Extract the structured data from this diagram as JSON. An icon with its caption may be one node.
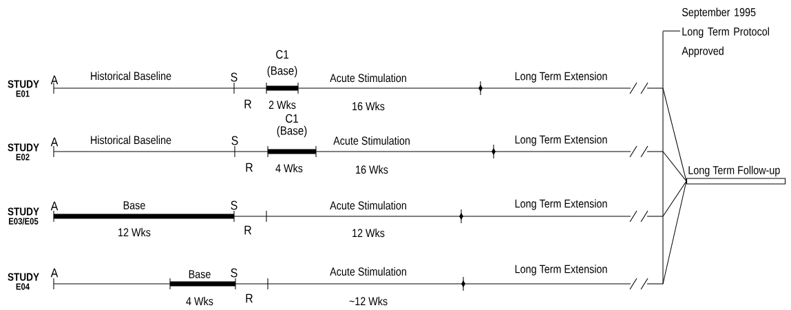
{
  "diagram": {
    "nodes": [
      {
        "text": [
          "Long Term Follow-up"
        ]
      },
      {
        "text": [
          "September 1995",
          "Long Term Protocol Approved"
        ]
      },
      {
        "text": [],
        "shape": "bar"
      }
    ],
    "edges": [
      {
        "from": 1,
        "to": 2,
        "arrow": "none"
      },
      {
        "from": 2,
        "to": 0,
        "arrow": "none"
      },
      {
        "from": 2,
        "to": 0,
        "arrow": "none"
      },
      {
        "from": 2,
        "to": 0,
        "arrow": "none"
      },
      {
        "from": 2,
        "to": 0,
        "arrow": "none"
      }
    ],
    "labels": [
      "C1",
      "(Base)",
      "STUDY",
      "E01",
      "A",
      "Historical Baseline",
      "S",
      "Acute Stimulation",
      "Long Term Extension",
      "R",
      "2 Wks",
      "16 Wks",
      "C1",
      "(Base)",
      "STUDY",
      "E02",
      "A",
      "Historical Baseline",
      "S",
      "Acute Stimulation",
      "Long Term Extension",
      "R",
      "4 Wks",
      "16 Wks",
      "STUDY",
      "E03/E05",
      "A",
      "Base",
      "S",
      "Acute Stimulation",
      "Long Term Extension",
      "12 Wks",
      "R",
      "12 Wks",
      "STUDY",
      "E04",
      "A",
      "Base",
      "S",
      "Acute Stimulation",
      "Long Term Extension",
      "4 Wks",
      "R",
      "~12 Wks"
    ]
  }
}
